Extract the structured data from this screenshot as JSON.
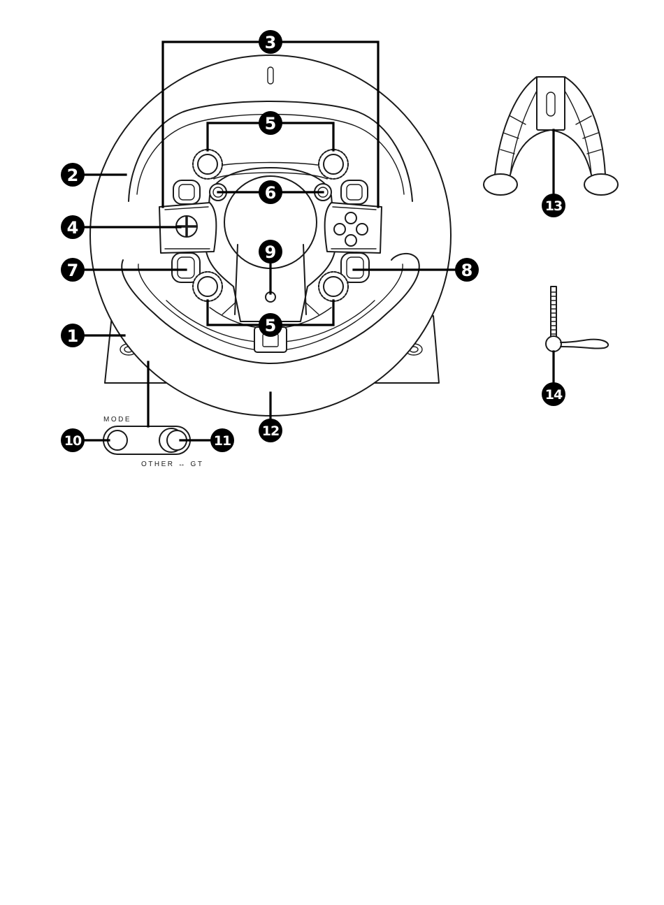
{
  "callouts": [
    {
      "id": "badge-1",
      "label": "1"
    },
    {
      "id": "badge-2",
      "label": "2"
    },
    {
      "id": "badge-3",
      "label": "3"
    },
    {
      "id": "badge-4",
      "label": "4"
    },
    {
      "id": "badge-5a",
      "label": "5"
    },
    {
      "id": "badge-5b",
      "label": "5"
    },
    {
      "id": "badge-6",
      "label": "6"
    },
    {
      "id": "badge-7",
      "label": "7"
    },
    {
      "id": "badge-8",
      "label": "8"
    },
    {
      "id": "badge-9",
      "label": "9"
    },
    {
      "id": "badge-10",
      "label": "10"
    },
    {
      "id": "badge-11",
      "label": "11"
    },
    {
      "id": "badge-12",
      "label": "12"
    },
    {
      "id": "badge-13",
      "label": "13"
    },
    {
      "id": "badge-14",
      "label": "14"
    }
  ],
  "switch_panel": {
    "mode_label": "MODE",
    "other_gt_label": "OTHER ↔ GT"
  }
}
